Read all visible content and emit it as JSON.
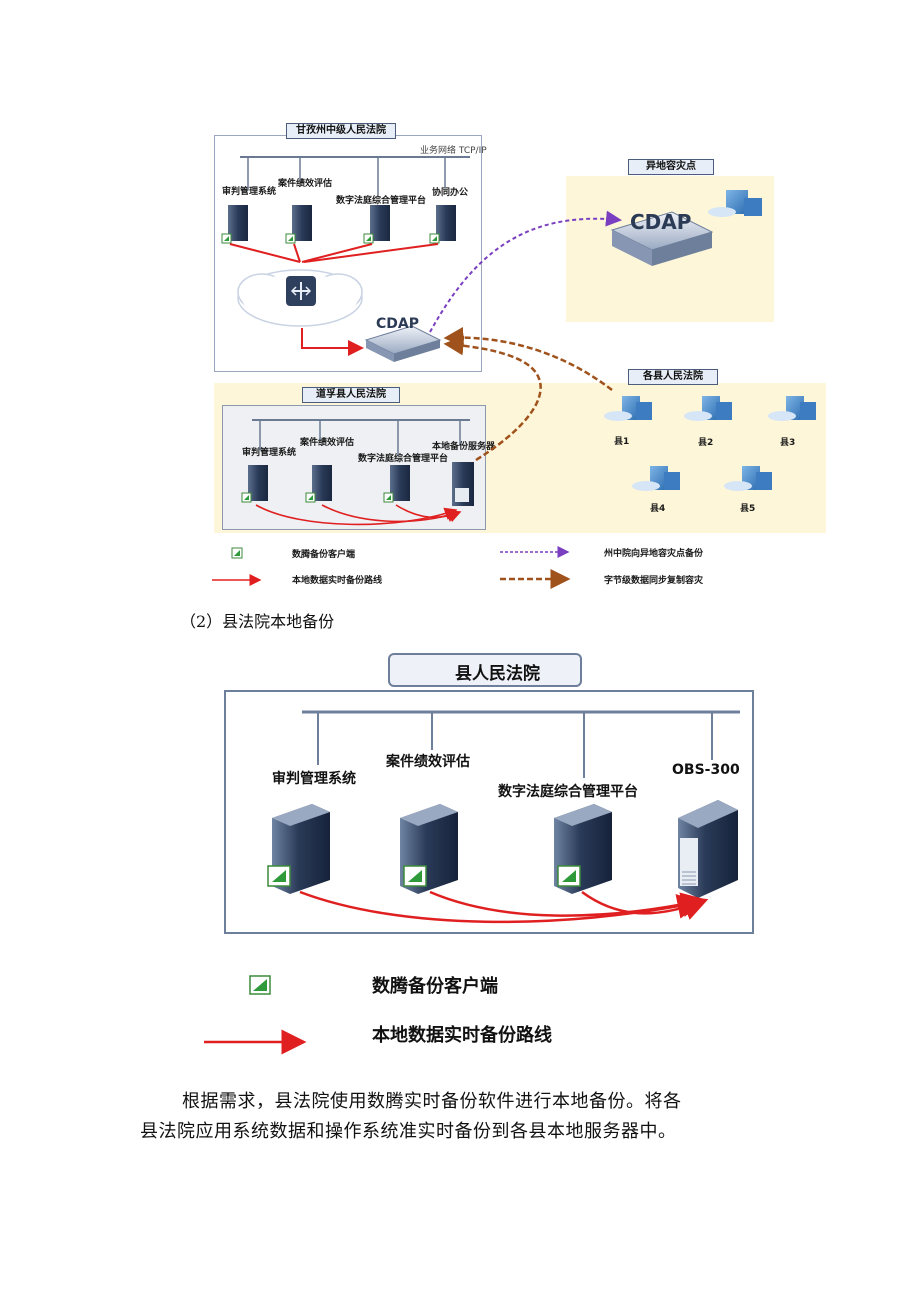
{
  "figure1": {
    "zhou_court_title": "甘孜州中级人民法院",
    "network_label": "业务网络 TCP/IP",
    "zhou_systems": [
      "审判管理系统",
      "案件绩效评估",
      "数字法庭综合管理平台",
      "协同办公"
    ],
    "cdap_label": "CDAP",
    "remote_site_title": "异地容灾点",
    "remote_cdap_label": "CDAP",
    "daofu_title": "道孚县人民法院",
    "daofu_systems": [
      "审判管理系统",
      "案件绩效评估",
      "数字法庭综合管理平台",
      "本地备份服务器"
    ],
    "county_courts_title": "各县人民法院",
    "counties": [
      "县1",
      "县2",
      "县3",
      "县4",
      "县5"
    ],
    "legend": {
      "client": "数腾备份客户端",
      "local_route": "本地数据实时备份路线",
      "remote_backup": "州中院向异地容灾点备份",
      "byte_sync": "字节级数据同步复制容灾"
    }
  },
  "section_caption": "（2）县法院本地备份",
  "figure2": {
    "title": "县人民法院",
    "systems": [
      "审判管理系统",
      "案件绩效评估",
      "数字法庭综合管理平台",
      "OBS-300"
    ],
    "legend": {
      "client": "数腾备份客户端",
      "local_route": "本地数据实时备份路线"
    }
  },
  "paragraph": {
    "line1": "根据需求，县法院使用数腾实时备份软件进行本地备份。将各",
    "line2": "县法院应用系统数据和操作系统准实时备份到各县本地服务器中。"
  },
  "colors": {
    "red_route": "#e02020",
    "purple_dash": "#7a3fc0",
    "brown_dash": "#a0521c",
    "remote_bg": "#fdf6d8",
    "county_bg": "#fdf6d8",
    "box_border": "#7d8aa3"
  }
}
